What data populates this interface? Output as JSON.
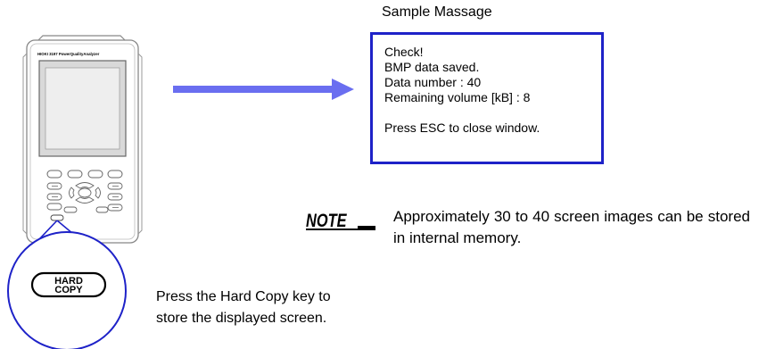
{
  "device": {
    "brand_label": "HIOKI 3197 PowerQualityAnalyzer",
    "zoom_key_label_line1": "HARD",
    "zoom_key_label_line2": "COPY"
  },
  "message": {
    "caption": "Sample Massage",
    "lines": [
      "Check!",
      "BMP data saved.",
      "Data number : 40",
      "Remaining volume [kB] : 8",
      "",
      "Press ESC to close window."
    ]
  },
  "note": {
    "logo_text": "NOTE",
    "text": "Approximately 30 to 40 screen images can be stored in internal memory."
  },
  "hard_copy_caption": {
    "line1": "Press the Hard Copy key to",
    "line2": "store the displayed screen."
  },
  "colors": {
    "accent": "#1e22c8",
    "arrow": "#6a6ef0"
  }
}
